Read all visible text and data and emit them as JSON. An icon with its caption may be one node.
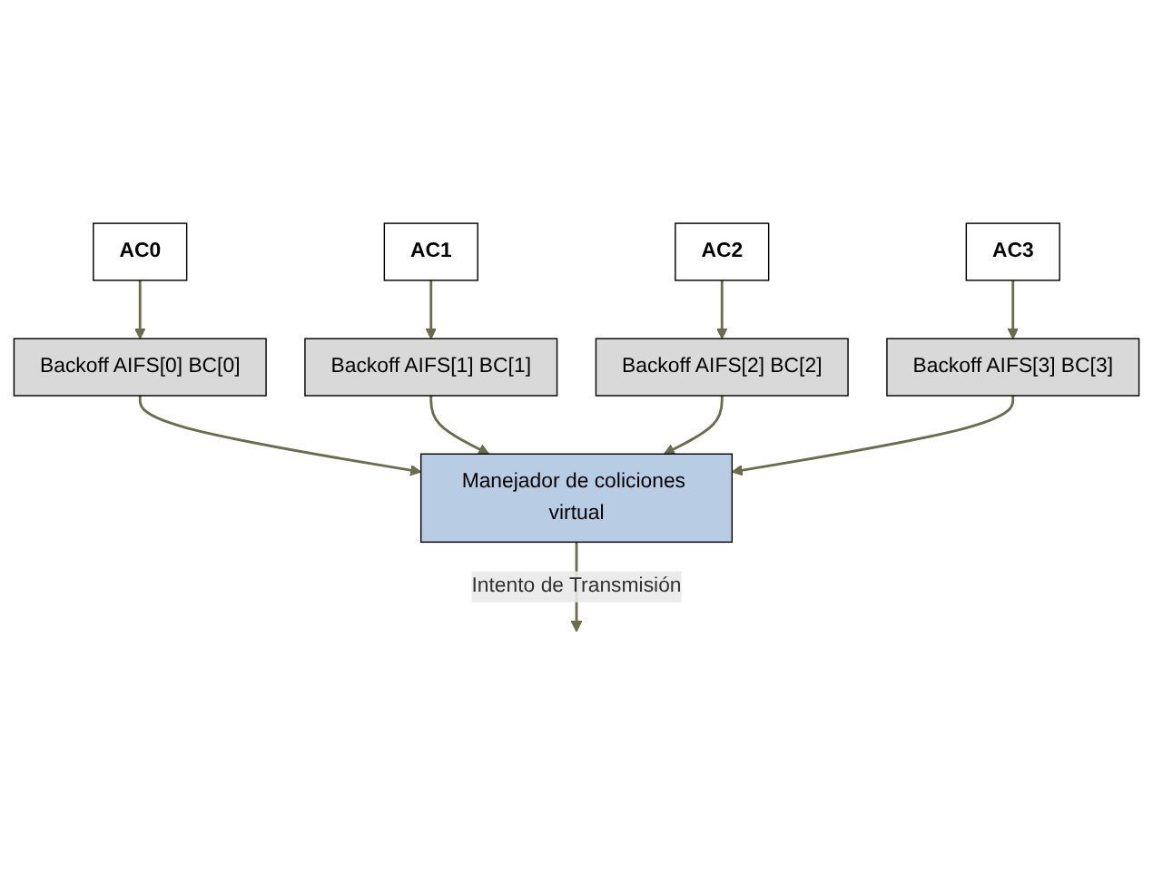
{
  "diagram": {
    "nodes": [
      {
        "text": [
          "AC0"
        ]
      },
      {
        "text": [
          "AC1"
        ]
      },
      {
        "text": [
          "AC2"
        ]
      },
      {
        "text": [
          "AC3"
        ]
      },
      {
        "text": [
          "Backoff AIFS[0] BC[0]"
        ]
      },
      {
        "text": [
          "Backoff AIFS[1] BC[1]"
        ]
      },
      {
        "text": [
          "Backoff AIFS[2] BC[2]"
        ]
      },
      {
        "text": [
          "Backoff AIFS[3] BC[3]"
        ]
      },
      {
        "text": [
          "Manejador de coliciones virtual"
        ]
      }
    ],
    "edges": [
      {
        "from": 0,
        "to": 4,
        "arrow": "to"
      },
      {
        "from": 1,
        "to": 5,
        "arrow": "to"
      },
      {
        "from": 2,
        "to": 6,
        "arrow": "to"
      },
      {
        "from": 3,
        "to": 7,
        "arrow": "to"
      },
      {
        "from": 4,
        "to": 8,
        "arrow": "to"
      },
      {
        "from": 5,
        "to": 8,
        "arrow": "to"
      },
      {
        "from": 6,
        "to": 8,
        "arrow": "to"
      },
      {
        "from": 7,
        "to": 8,
        "arrow": "to"
      },
      {
        "from": 8,
        "to": null,
        "label": "Intento de Transmisión",
        "arrow": "to"
      }
    ]
  }
}
